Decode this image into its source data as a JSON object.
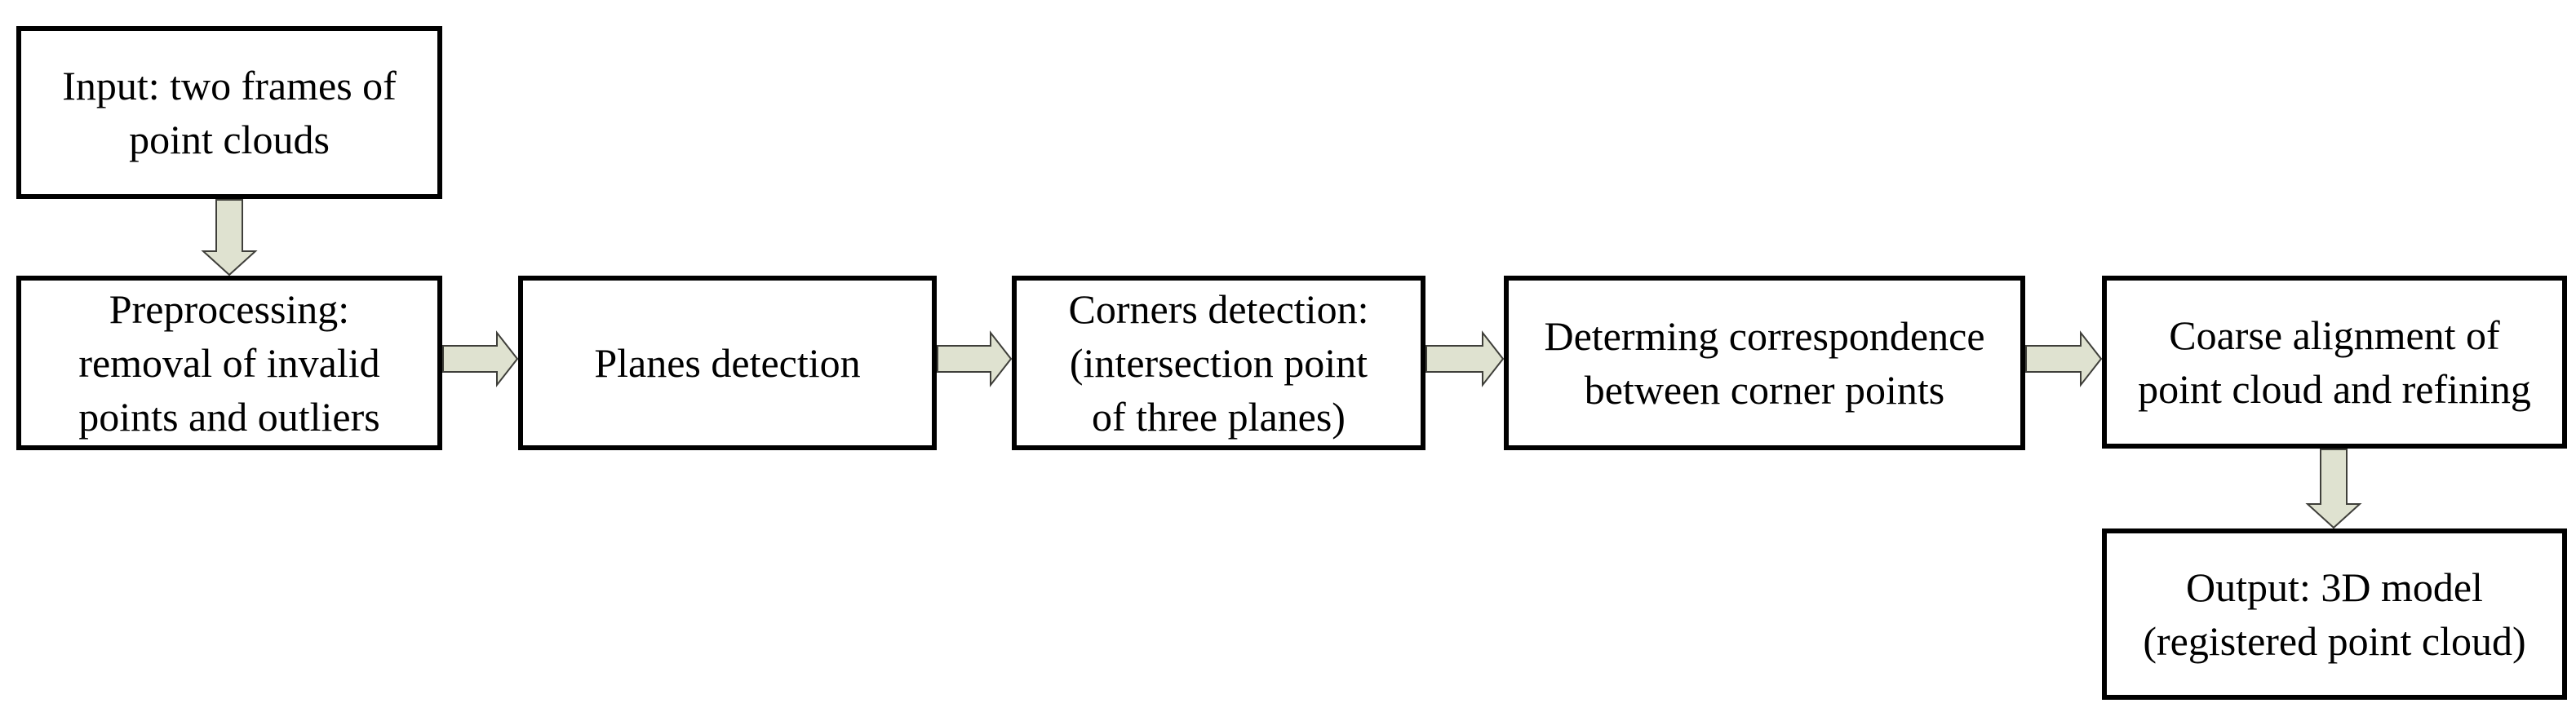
{
  "flowchart": {
    "nodes": [
      {
        "id": "input",
        "lines": [
          "Input: two frames of",
          "point clouds"
        ]
      },
      {
        "id": "preprocessing",
        "lines": [
          "Preprocessing:",
          "removal of invalid",
          "points and outliers"
        ]
      },
      {
        "id": "planes-detection",
        "lines": [
          "Planes detection"
        ]
      },
      {
        "id": "corners-detection",
        "lines": [
          "Corners detection:",
          "(intersection point",
          "of three planes)"
        ]
      },
      {
        "id": "correspondence",
        "lines": [
          "Determing correspondence",
          "between corner points"
        ]
      },
      {
        "id": "coarse-alignment",
        "lines": [
          "Coarse alignment of",
          "point cloud and refining"
        ]
      },
      {
        "id": "output",
        "lines": [
          "Output: 3D model",
          "(registered point cloud)"
        ]
      }
    ],
    "edges": [
      {
        "from": "input",
        "to": "preprocessing",
        "direction": "down"
      },
      {
        "from": "preprocessing",
        "to": "planes-detection",
        "direction": "right"
      },
      {
        "from": "planes-detection",
        "to": "corners-detection",
        "direction": "right"
      },
      {
        "from": "corners-detection",
        "to": "correspondence",
        "direction": "right"
      },
      {
        "from": "correspondence",
        "to": "coarse-alignment",
        "direction": "right"
      },
      {
        "from": "coarse-alignment",
        "to": "output",
        "direction": "down"
      }
    ],
    "colors": {
      "arrow_fill": "#dfe2d0",
      "arrow_outline": "#3f3f3a",
      "box_border": "#000000",
      "box_fill": "#ffffff",
      "text_color": "#000000",
      "background": "#ffffff"
    }
  }
}
